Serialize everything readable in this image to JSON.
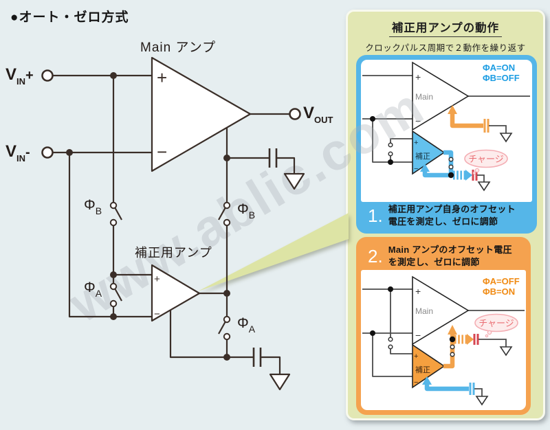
{
  "title": "●オート・ゼロ方式",
  "watermark": "www.ablic.com",
  "colors": {
    "background": "#e6eef0",
    "circuit_stroke": "#3a2e28",
    "panel_background": "#e2e7b3",
    "blue_accent": "#55b6e8",
    "blue_text": "#1b9ce2",
    "orange_accent": "#f5a24f",
    "orange_text": "#f08a12",
    "corr_amp_blue_fill": "#63c1ee",
    "corr_amp_orange_fill": "#f5a03f",
    "charged_cap_red": "#d64550",
    "bubble_pink": "#fdecec",
    "wedge_green": "#dde4a5"
  },
  "circuit": {
    "main_amp_label": "Main アンプ",
    "corr_amp_label": "補正用アンプ",
    "plus": "+",
    "minus": "−",
    "vin_plus": {
      "base": "V",
      "sub": "IN",
      "sign": "+"
    },
    "vin_minus": {
      "base": "V",
      "sub": "IN",
      "sign": "-"
    },
    "vout": {
      "base": "V",
      "sub": "OUT"
    },
    "switches": {
      "phi_b_left": {
        "sym": "Φ",
        "sub": "B"
      },
      "phi_a_left": {
        "sym": "Φ",
        "sub": "A"
      },
      "phi_b_right": {
        "sym": "Φ",
        "sub": "B"
      },
      "phi_a_right": {
        "sym": "Φ",
        "sub": "A"
      }
    }
  },
  "panel": {
    "title": "補正用アンプの動作",
    "subtitle": "クロックパルス周期で２動作を繰り返す",
    "phase1": {
      "number": "1.",
      "caption": "補正用アンプ自身のオフセット\n電圧を測定し、ゼロに調節",
      "state1": "ΦA=ON",
      "state2": "ΦB=OFF",
      "main_label": "Main",
      "corr_label": "補正",
      "charge": "チャージ",
      "plus": "+",
      "minus": "−"
    },
    "phase2": {
      "number": "2.",
      "caption": "Main アンプのオフセット電圧\nを測定し、ゼロに調節",
      "state1": "ΦA=OFF",
      "state2": "ΦB=ON",
      "main_label": "Main",
      "corr_label": "補正",
      "charge": "チャージ",
      "plus": "+",
      "minus": "−"
    }
  }
}
